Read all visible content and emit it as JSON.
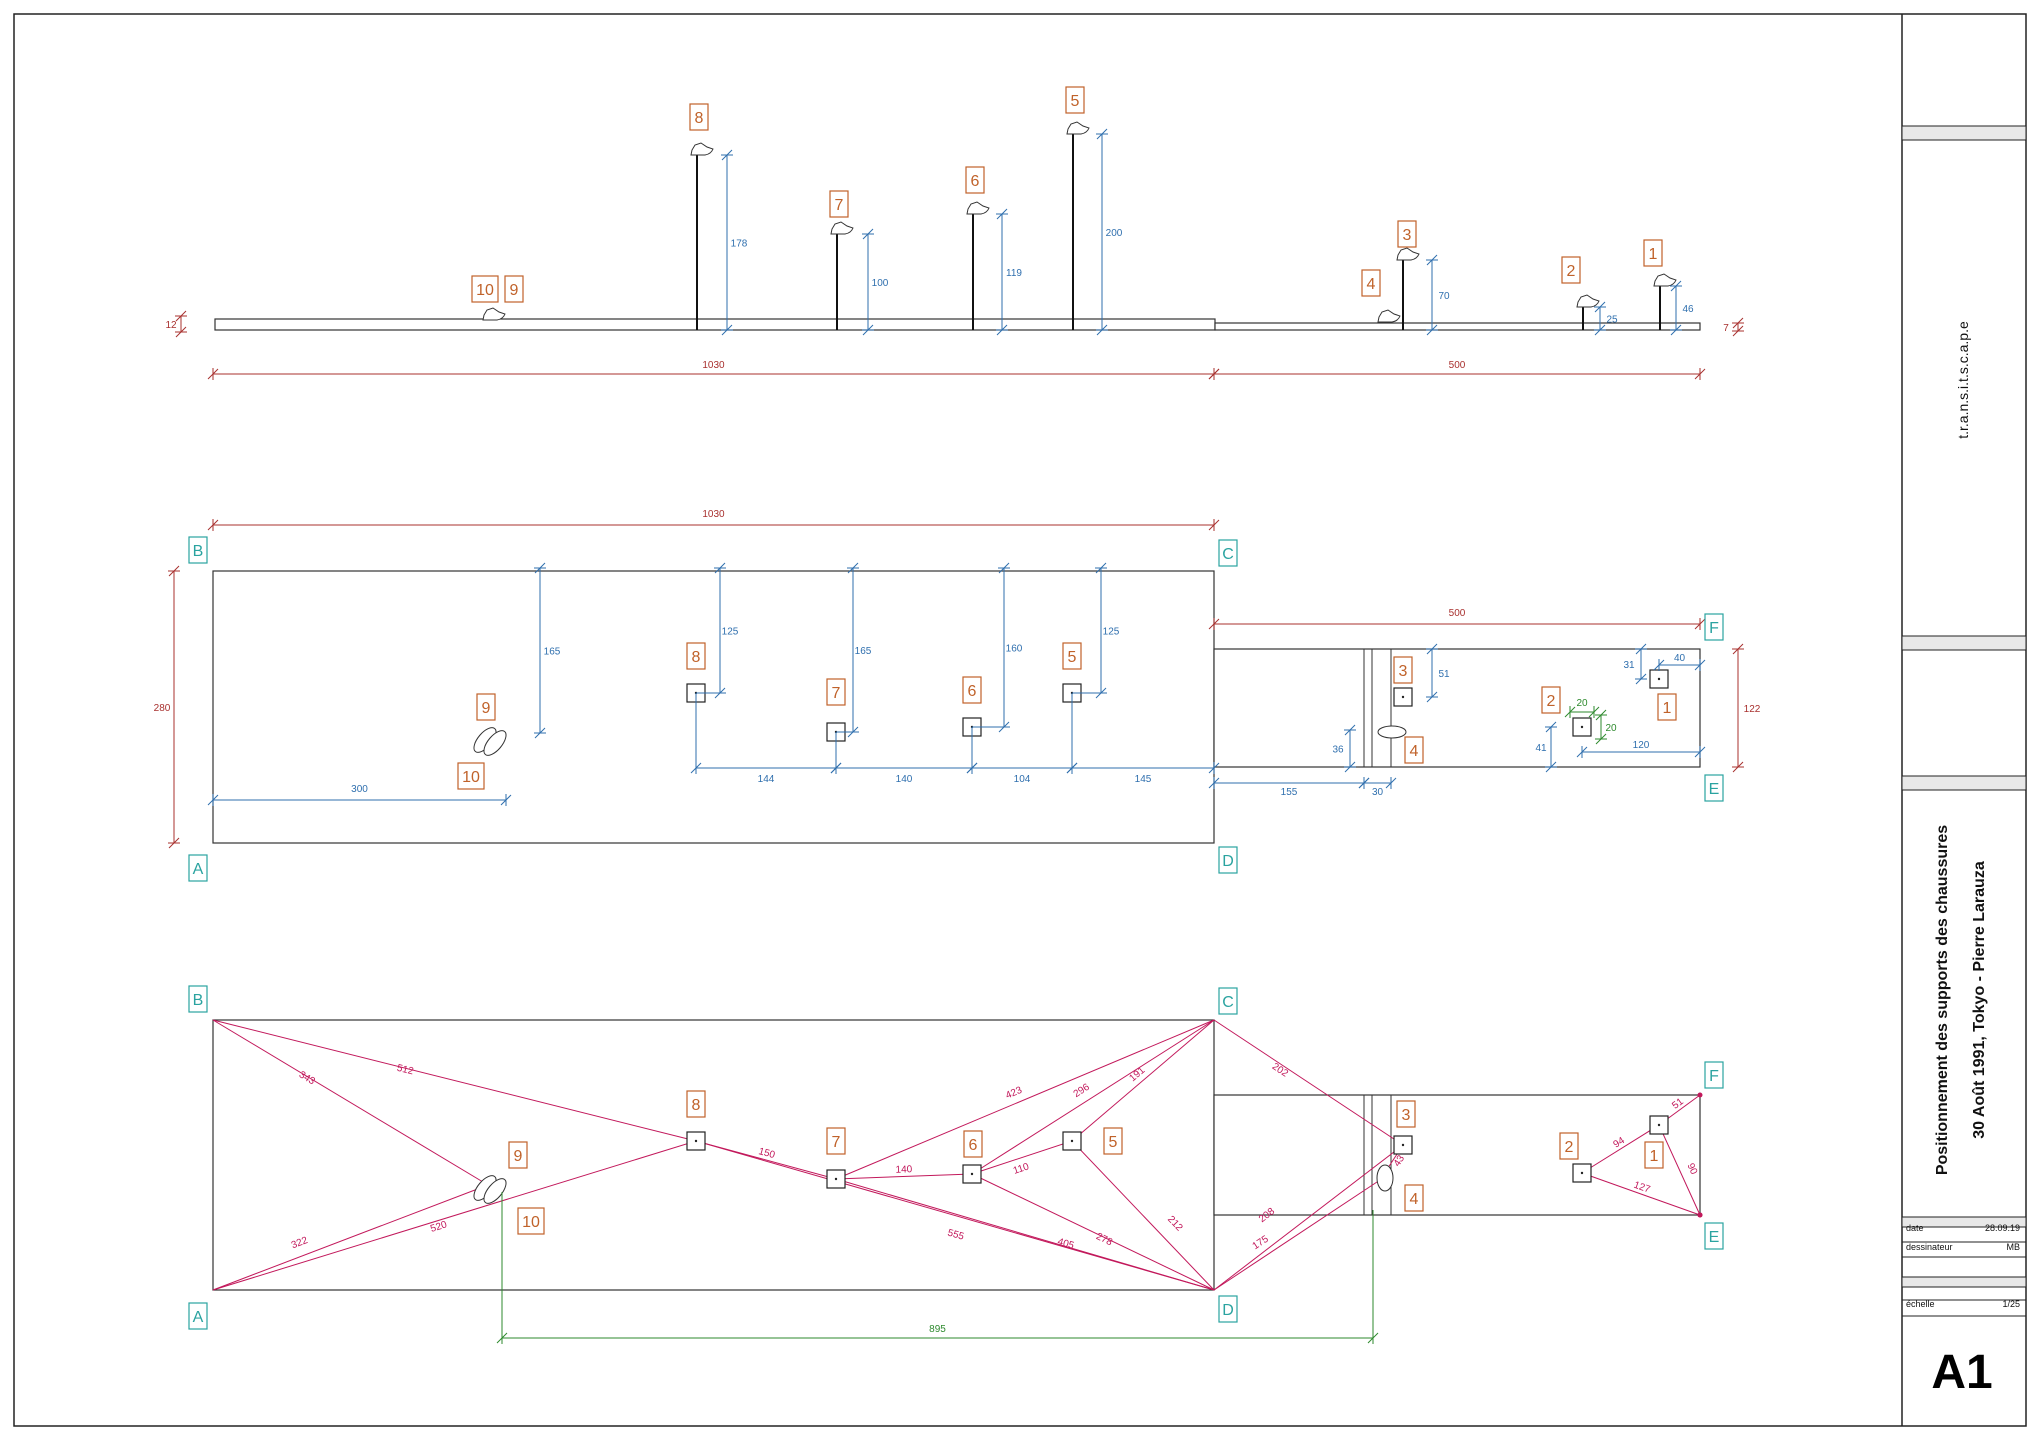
{
  "colors": {
    "frame": "#222222",
    "outline": "#333333",
    "dim_red": "#a8302e",
    "dim_blue": "#2f6fae",
    "dim_green": "#2e8a2e",
    "dim_magenta": "#c2185b",
    "label_orange": "#c0622a",
    "label_teal": "#2aa3a0"
  },
  "title_block": {
    "firm": "t.r.a.n.s.i.t.s.c.a.p.e",
    "title_line1": "Positionnement des supports des chaussures",
    "title_line2": "30 Août 1991, Tokyo - Pierre Larauza",
    "date_label": "date",
    "date_value": "28.09.19",
    "drafter_label": "dessinateur",
    "drafter_value": "MB",
    "scale_label": "échelle",
    "scale_value": "1/25",
    "sheet_size": "A1"
  },
  "elevation": {
    "base_height": "12",
    "right_base_height": "7",
    "total_left": "1030",
    "total_right": "500",
    "supports": [
      {
        "id": "8",
        "height": "178"
      },
      {
        "id": "7",
        "height": "100"
      },
      {
        "id": "6",
        "height": "119"
      },
      {
        "id": "5",
        "height": "200"
      },
      {
        "id": "3",
        "height": "70"
      },
      {
        "id": "4",
        "height": ""
      },
      {
        "id": "2",
        "height": "25"
      },
      {
        "id": "1",
        "height": "46"
      },
      {
        "id": "10",
        "height": ""
      },
      {
        "id": "9",
        "height": ""
      }
    ]
  },
  "plan": {
    "corners": [
      "A",
      "B",
      "C",
      "D",
      "E",
      "F"
    ],
    "width_main": "1030",
    "width_right": "500",
    "depth_main": "280",
    "depth_right": "122",
    "dims_blue": {
      "p9_y": "165",
      "p9_x": "300",
      "p8_y": "125",
      "p7_y": "165",
      "p6_y": "160",
      "p5_y": "125",
      "x_144": "144",
      "x_140": "140",
      "x_104": "104",
      "x_145": "145",
      "x_155": "155",
      "x_30": "30",
      "y_36": "36",
      "p3_y": "51",
      "p1_y": "31",
      "p1_x": "40",
      "p2_y": "41",
      "p2_x": "120"
    },
    "dims_green": {
      "a": "20",
      "b": "20"
    },
    "labels": [
      "1",
      "2",
      "3",
      "4",
      "5",
      "6",
      "7",
      "8",
      "9",
      "10"
    ]
  },
  "triangulation": {
    "lengths": {
      "b9": "343",
      "b8": "512",
      "a9": "322",
      "a8": "520",
      "p8p7": "150",
      "c7": "423",
      "c6": "296",
      "c5": "191",
      "p7p6": "140",
      "p6p5": "110",
      "d8": "555",
      "d7": "405",
      "d6": "278",
      "d5": "212",
      "c3": "202",
      "d3": "208",
      "d4": "175",
      "p3p4": "43",
      "p1f": "51",
      "p2p1": "94",
      "p1e": "90",
      "p2e": "127",
      "green_span": "895"
    }
  }
}
